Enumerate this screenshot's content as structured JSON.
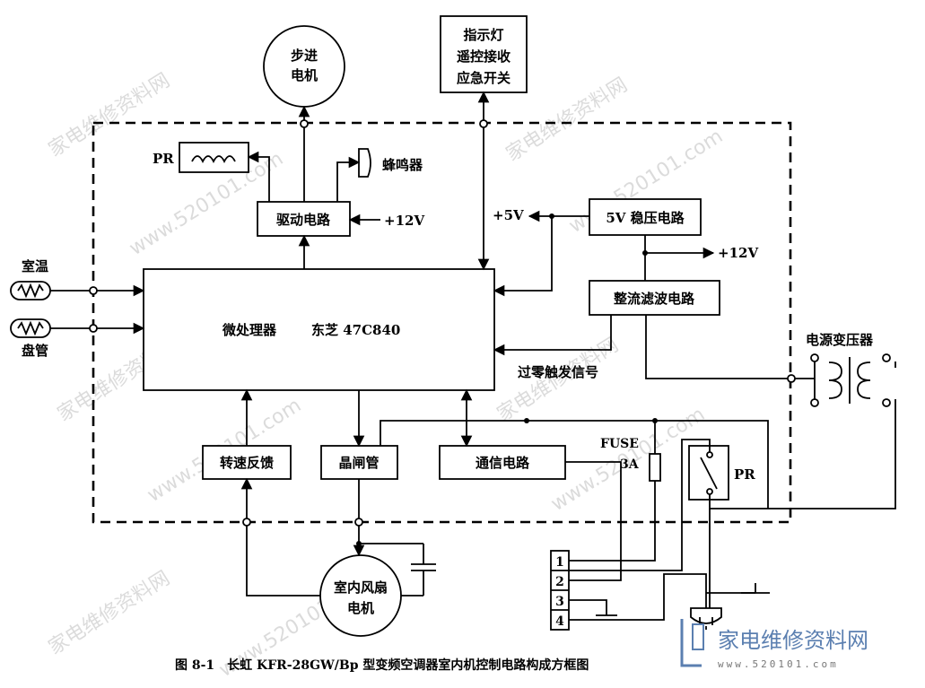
{
  "components": {
    "stepper_motor": [
      "步进",
      "电机"
    ],
    "indicator": [
      "指示灯",
      "遥控接收",
      "应急开关"
    ],
    "pr_top": "PR",
    "buzzer": "蜂鸣器",
    "driver": "驱动电路",
    "plus12v_driver": "+12V",
    "plus5v": "+5V",
    "regulator": "5V 稳压电路",
    "plus12v_right": "+12V",
    "rectifier": "整流滤波电路",
    "room_temp": "室温",
    "coil_pipe": "盘管",
    "mcu": "微处理器",
    "mcu_chip": "东芝 47C840",
    "zero_cross": "过零触发信号",
    "transformer": "电源变压器",
    "speed_feedback": "转速反馈",
    "thyristor": "晶闸管",
    "comm": "通信电路",
    "fuse": [
      "FUSE",
      "3A"
    ],
    "pr_right": "PR",
    "fan_motor": [
      "室内风扇",
      "电机"
    ],
    "terminals": [
      "1",
      "2",
      "3",
      "4"
    ]
  },
  "caption": "图 8-1　长虹 KFR-28GW/Bp 型变频空调器室内机控制电路构成方框图",
  "watermark": {
    "site": "家电维修资料网",
    "url": "www.520101.com",
    "logo_text": "家电维修资料网",
    "logo_url": "www.520101.com"
  }
}
